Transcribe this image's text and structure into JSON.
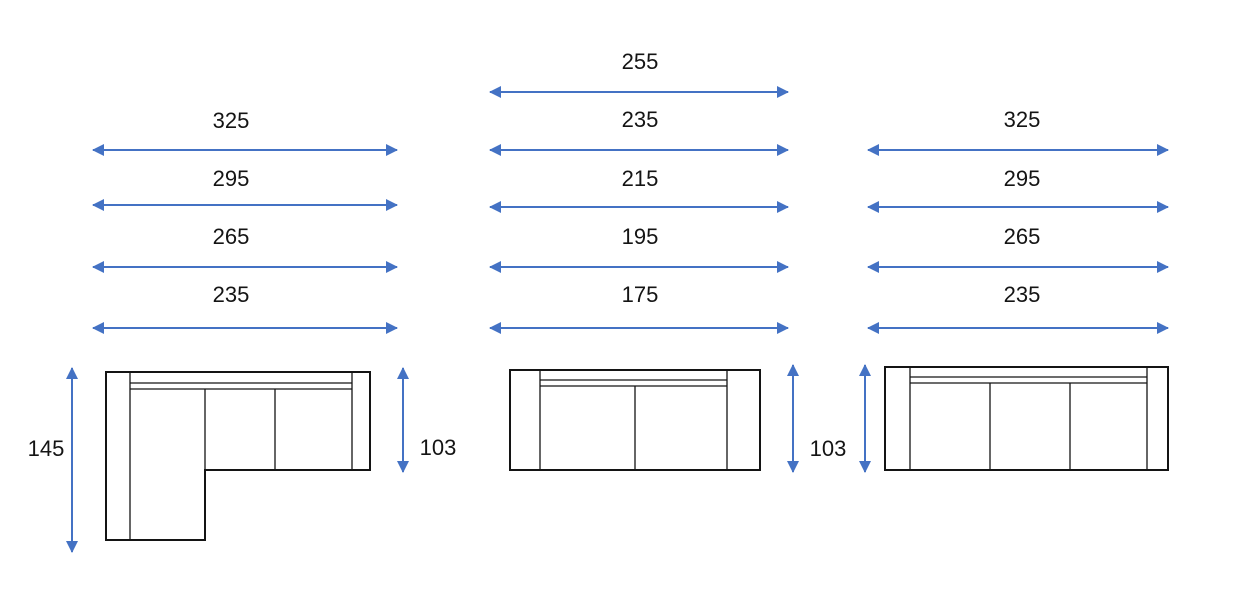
{
  "colors": {
    "arrow_blue": "#4472C4",
    "line_black": "#141414",
    "background": "#FFFFFF"
  },
  "corner_sofa": {
    "width_options": [
      "325",
      "295",
      "265",
      "235"
    ],
    "overall_depth": "145",
    "body_depth": "103"
  },
  "compact_sofa": {
    "width_options": [
      "255",
      "235",
      "215",
      "195",
      "175"
    ],
    "body_depth": "103"
  },
  "wide_sofa": {
    "width_options": [
      "325",
      "295",
      "265",
      "235"
    ]
  }
}
